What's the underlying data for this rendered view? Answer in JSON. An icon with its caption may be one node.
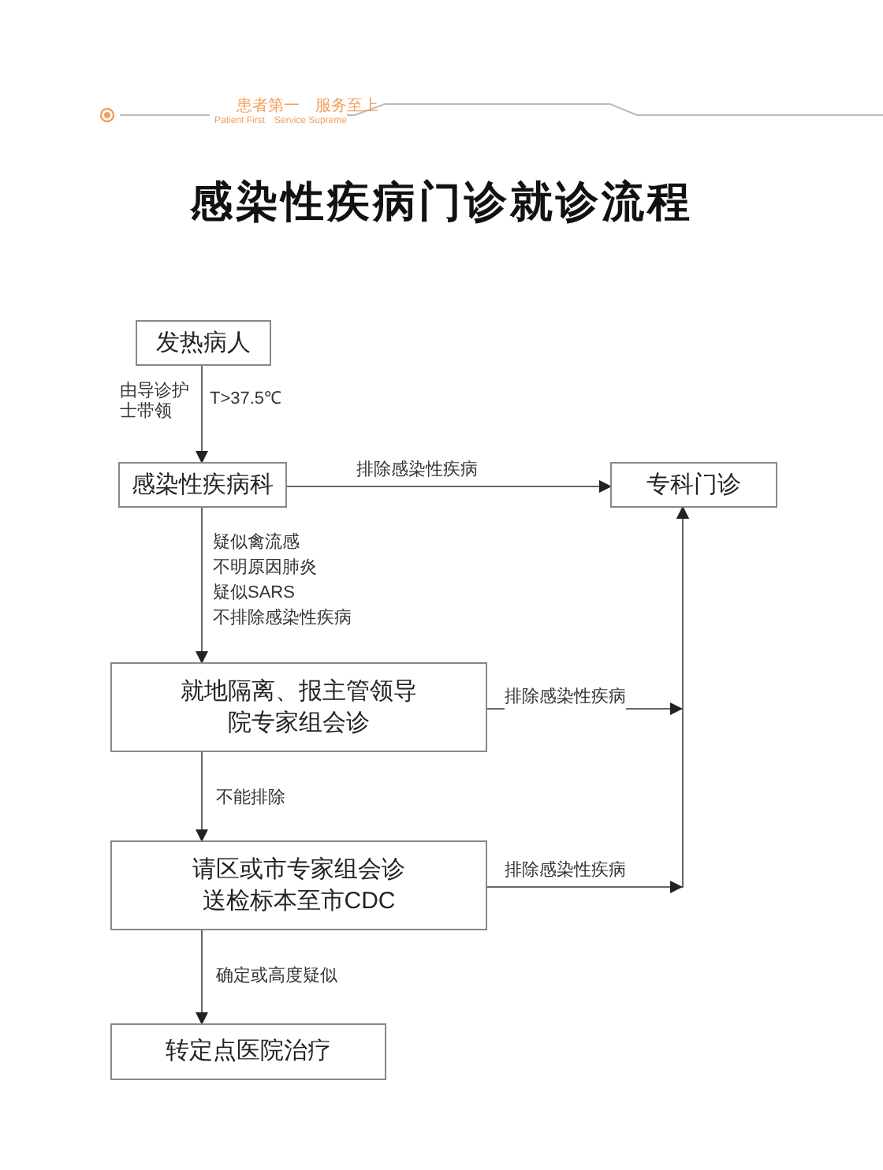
{
  "diagram": {
    "title": "感染性疾病门诊就诊流程",
    "nodes": [
      {
        "text": [
          "发热病人"
        ]
      },
      {
        "text": [
          "感染性疾病科"
        ]
      },
      {
        "text": [
          "专科门诊"
        ]
      },
      {
        "text": [
          "就地隔离、报主管领导",
          "院专家组会诊"
        ]
      },
      {
        "text": [
          "请区或市专家组会诊",
          "送检标本至市CDC"
        ]
      },
      {
        "text": [
          "转定点医院治疗"
        ]
      }
    ],
    "edges": [
      {
        "from": 0,
        "to": 1,
        "arrow": "to",
        "label": "T>37.5℃"
      },
      {
        "from": 1,
        "to": 2,
        "arrow": "to",
        "label": "排除感染性疾病"
      },
      {
        "from": 1,
        "to": 3,
        "arrow": "to"
      },
      {
        "from": 3,
        "to": 2,
        "arrow": "to",
        "label": "排除感染性疾病"
      },
      {
        "from": 3,
        "to": 4,
        "arrow": "to",
        "label": "不能排除"
      },
      {
        "from": 4,
        "to": 2,
        "arrow": "to",
        "label": "排除感染性疾病"
      },
      {
        "from": 4,
        "to": 5,
        "arrow": "to",
        "label": "确定或高度疑似"
      }
    ],
    "labels": [
      "患者第一　服务至上",
      "Patient First　Service Supreme",
      "由导诊护士带领",
      "疑似禽流感",
      "不明原因肺炎",
      "疑似SARS",
      "不排除感染性疾病"
    ]
  }
}
